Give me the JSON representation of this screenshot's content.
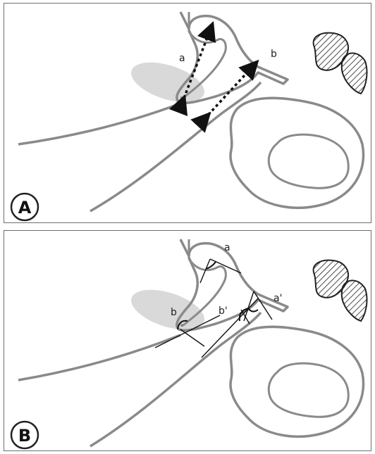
{
  "panels": [
    {
      "badge": "A",
      "labels": {
        "a": "a",
        "b": "b"
      }
    },
    {
      "badge": "B",
      "labels": {
        "a": "a",
        "a_prime": "a'",
        "b": "b",
        "b_prime": "b'"
      }
    }
  ],
  "colors": {
    "outline": "#8a8a8a",
    "shadow": "#d8d8d8",
    "arrow": "#111111",
    "hatch": "#222222"
  }
}
